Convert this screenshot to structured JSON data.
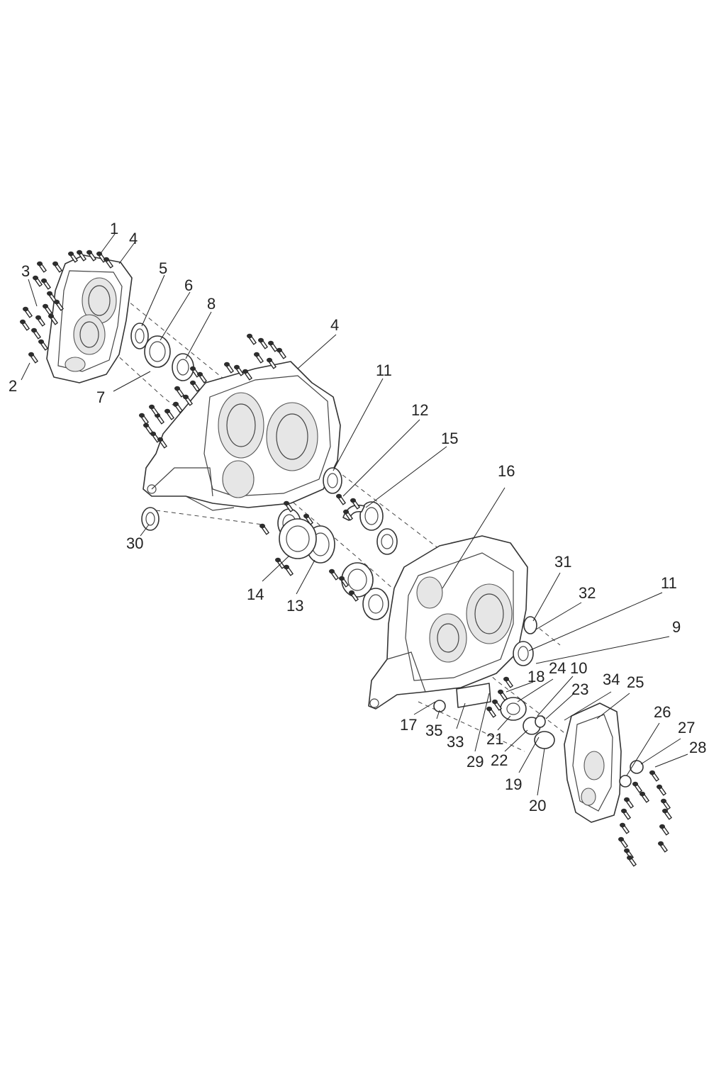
{
  "callouts": {
    "c1": "1",
    "c2": "2",
    "c3": "3",
    "c4a": "4",
    "c4b": "4",
    "c5": "5",
    "c6": "6",
    "c7": "7",
    "c8": "8",
    "c9": "9",
    "c10": "10",
    "c11a": "11",
    "c11b": "11",
    "c12": "12",
    "c13": "13",
    "c14": "14",
    "c15": "15",
    "c16": "16",
    "c17": "17",
    "c18": "18",
    "c19": "19",
    "c20": "20",
    "c21": "21",
    "c22": "22",
    "c23": "23",
    "c24": "24",
    "c25": "25",
    "c26": "26",
    "c27": "27",
    "c28": "28",
    "c29": "29",
    "c30": "30",
    "c31": "31",
    "c32": "32",
    "c33": "33",
    "c34": "34",
    "c35": "35"
  }
}
